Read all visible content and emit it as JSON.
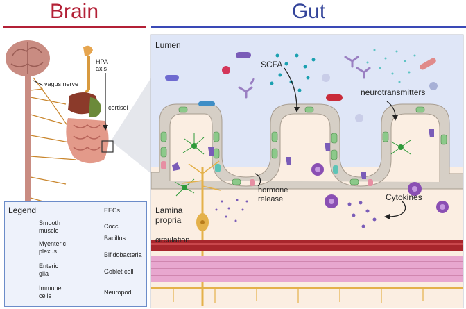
{
  "headers": {
    "brain": "Brain",
    "gut": "Gut"
  },
  "brain_labels": {
    "hpa_axis": "HPA\naxis",
    "vagus_nerve": "vagus nerve",
    "cortisol": "cortisol"
  },
  "gut_labels": {
    "lumen": "Lumen",
    "scfa": "SCFA",
    "neurotransmitters": "neurotransmitters",
    "lamina_propria": "Lamina\npropria",
    "hormone_release": "hormone\nrelease",
    "cytokines": "Cytokines",
    "circulation": "circulation"
  },
  "legend": {
    "title": "Legend",
    "items": [
      {
        "label": "Smooth\nmuscle",
        "icon": "smooth-muscle-icon"
      },
      {
        "label": "EECs",
        "icon": "eec-icon"
      },
      {
        "label": "Cocci",
        "icon": "cocci-icon"
      },
      {
        "label": "Myenteric\nplexus",
        "icon": "myenteric-plexus-icon"
      },
      {
        "label": "Bacillus",
        "icon": "bacillus-icon"
      },
      {
        "label": "Enteric\nglia",
        "icon": "enteric-glia-icon"
      },
      {
        "label": "Bifidobacteria",
        "icon": "bifidobacteria-icon"
      },
      {
        "label": "Goblet cell",
        "icon": "goblet-cell-icon"
      },
      {
        "label": "Immune\ncells",
        "icon": "immune-cell-icon"
      },
      {
        "label": "Neuropod",
        "icon": "neuropod-icon"
      }
    ]
  },
  "colors": {
    "brain_red": "#b32036",
    "gut_blue": "#3a49b6",
    "lumen_bg": "#dfe6f7",
    "epithelium": "#d6cfc6",
    "lamina": "#fbeee2",
    "blood_vessel": "#a8262c",
    "muscle": "#e8a7cf",
    "nerve": "#e4b14a",
    "scfa_dots": "#1aa0b0",
    "immune": "#8a4fb3"
  }
}
